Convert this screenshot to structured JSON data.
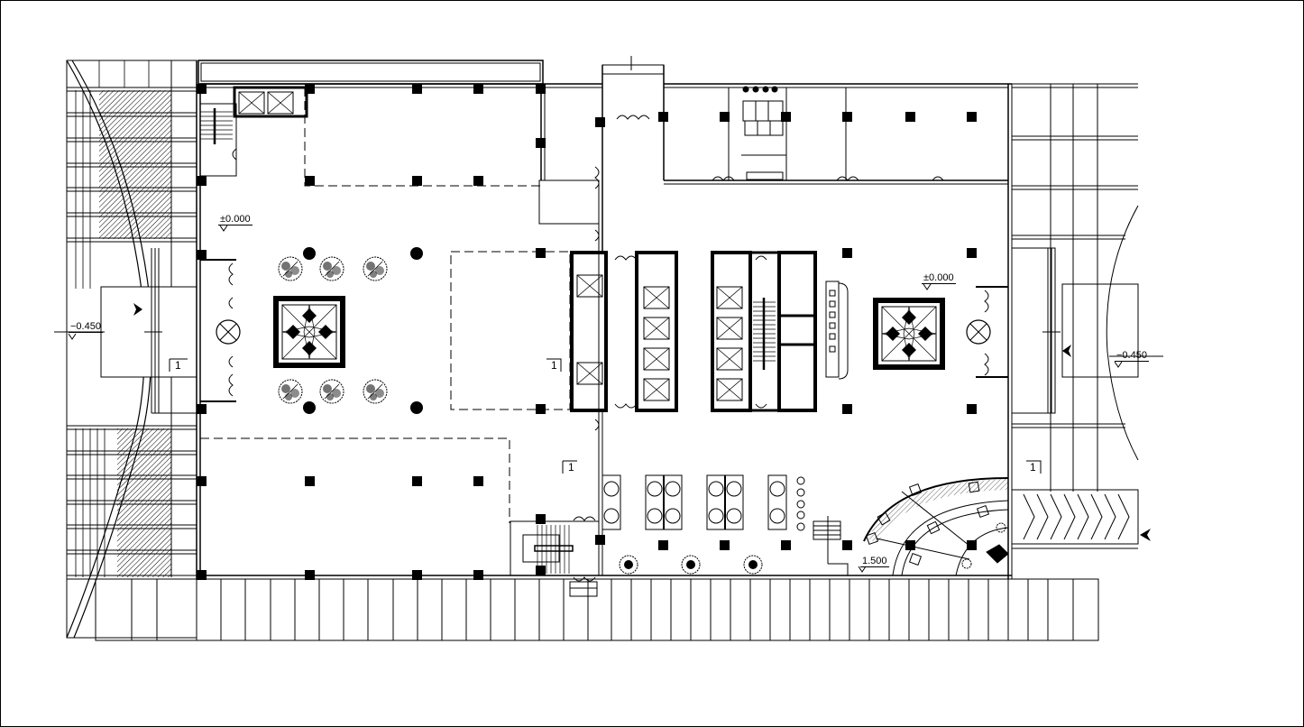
{
  "drawing": {
    "type": "architectural floor plan",
    "colors": {
      "line": "#000000",
      "background": "#ffffff"
    }
  },
  "levels": {
    "lobby_west": "±0.000",
    "lobby_east": "±0.000",
    "entry_west": "−0.450",
    "entry_east": "−0.450",
    "terrace_south": "1.500"
  },
  "section_marks": [
    {
      "id": "west",
      "label": "1"
    },
    {
      "id": "center",
      "label": "1"
    },
    {
      "id": "south",
      "label": "1"
    },
    {
      "id": "east",
      "label": "1"
    }
  ],
  "symbols": {
    "entry_arrow": "entry-arrow-icon",
    "elevator": "elevator-icon",
    "stair": "stair-icon",
    "revolving_door": "revolving-door-icon",
    "floor_medallion": "floor-medallion-icon",
    "planter": "tree-icon",
    "column": "column-icon"
  }
}
